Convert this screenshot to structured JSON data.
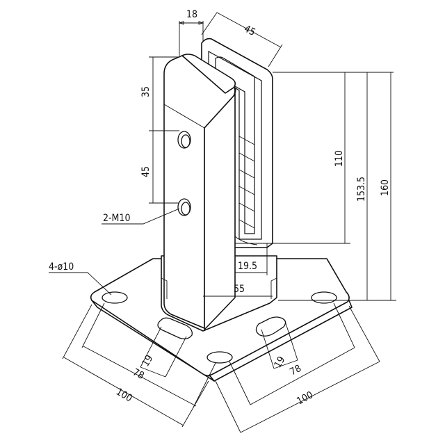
{
  "drawing": {
    "type": "technical-drawing",
    "subject": "glass spigot clamp on square base plate",
    "dimensions": {
      "top_width": "18",
      "top_depth": "45",
      "upper_hole_offset": "35",
      "hole_spacing": "45",
      "clamp_height": "110",
      "height_to_slot": "153.5",
      "overall_height": "160",
      "slot_width": "19.5",
      "post_width": "55",
      "slot_length_left": "19",
      "slot_length_right": "19",
      "hole_pitch_left": "78",
      "hole_pitch_right": "78",
      "plate_left": "100",
      "plate_right": "100"
    },
    "callouts": {
      "threaded_holes": "2-M10",
      "base_holes": "4-ø10"
    }
  }
}
